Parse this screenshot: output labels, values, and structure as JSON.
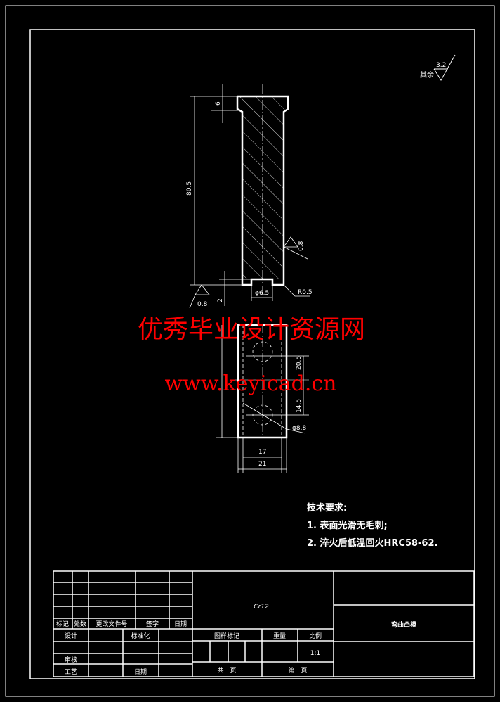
{
  "drawing": {
    "surface_note": {
      "label": "其余",
      "roughness": "3.2"
    },
    "front_view": {
      "dim_total_height": "80.5",
      "dim_head": "6",
      "dim_relief": "2",
      "dim_relief_dia": "φ6.5",
      "dim_radius": "R0.5",
      "roughness_side": "0.8",
      "roughness_bottom": "0.8"
    },
    "side_view": {
      "dim_upper": "20.5",
      "dim_lower": "14.5",
      "dim_hole": "φ8.8",
      "dim_inner_width": "17",
      "dim_width": "21"
    },
    "tech_requirements": {
      "title": "技术要求:",
      "items": [
        "1. 表面光滑无毛刺;",
        "2. 淬火后低温回火HRC58-62."
      ]
    }
  },
  "watermark": {
    "line1": "优秀毕业设计资源网",
    "line2": "www.keyicad.cn",
    "color": "#ff0000"
  },
  "title_block": {
    "material": "Cr12",
    "part_name": "弯曲凸模",
    "revision_headers": [
      "标记",
      "处数",
      "更改文件号",
      "签字",
      "日期"
    ],
    "design": "设计",
    "standardization": "标准化",
    "review": "审核",
    "process": "工艺",
    "date": "日期",
    "drawing_mark": "图样标记",
    "weight": "重量",
    "scale_label": "比例",
    "scale": "1:1",
    "total_sheets": "共　页",
    "sheet_no": "第　页"
  }
}
